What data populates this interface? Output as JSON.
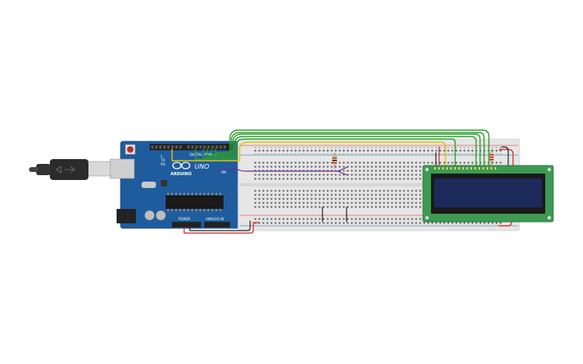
{
  "board": {
    "brand_label": "ARDUINO",
    "model_label": "UNO",
    "digital_label": "DIGITAL (PWM~)",
    "analog_label": "ANALOG IN",
    "power_label": "POWER",
    "on_label": "ON",
    "tx_label": "TX",
    "rx_label": "RX",
    "l_label": "L"
  },
  "icons": {
    "usb": "usb-cable-icon",
    "chip": "microcontroller-icon",
    "reset": "reset-button-icon"
  },
  "colors": {
    "arduino_blue": "#1f5c9e",
    "breadboard": "#e6e6e6",
    "lcd_pcb": "#3e9a52",
    "lcd_screen": "#1c2a5a",
    "wire_green": "#2e9e2e",
    "wire_yellow": "#e3c300",
    "wire_purple": "#6a2c91",
    "wire_red": "#d12020",
    "wire_black": "#222222"
  }
}
